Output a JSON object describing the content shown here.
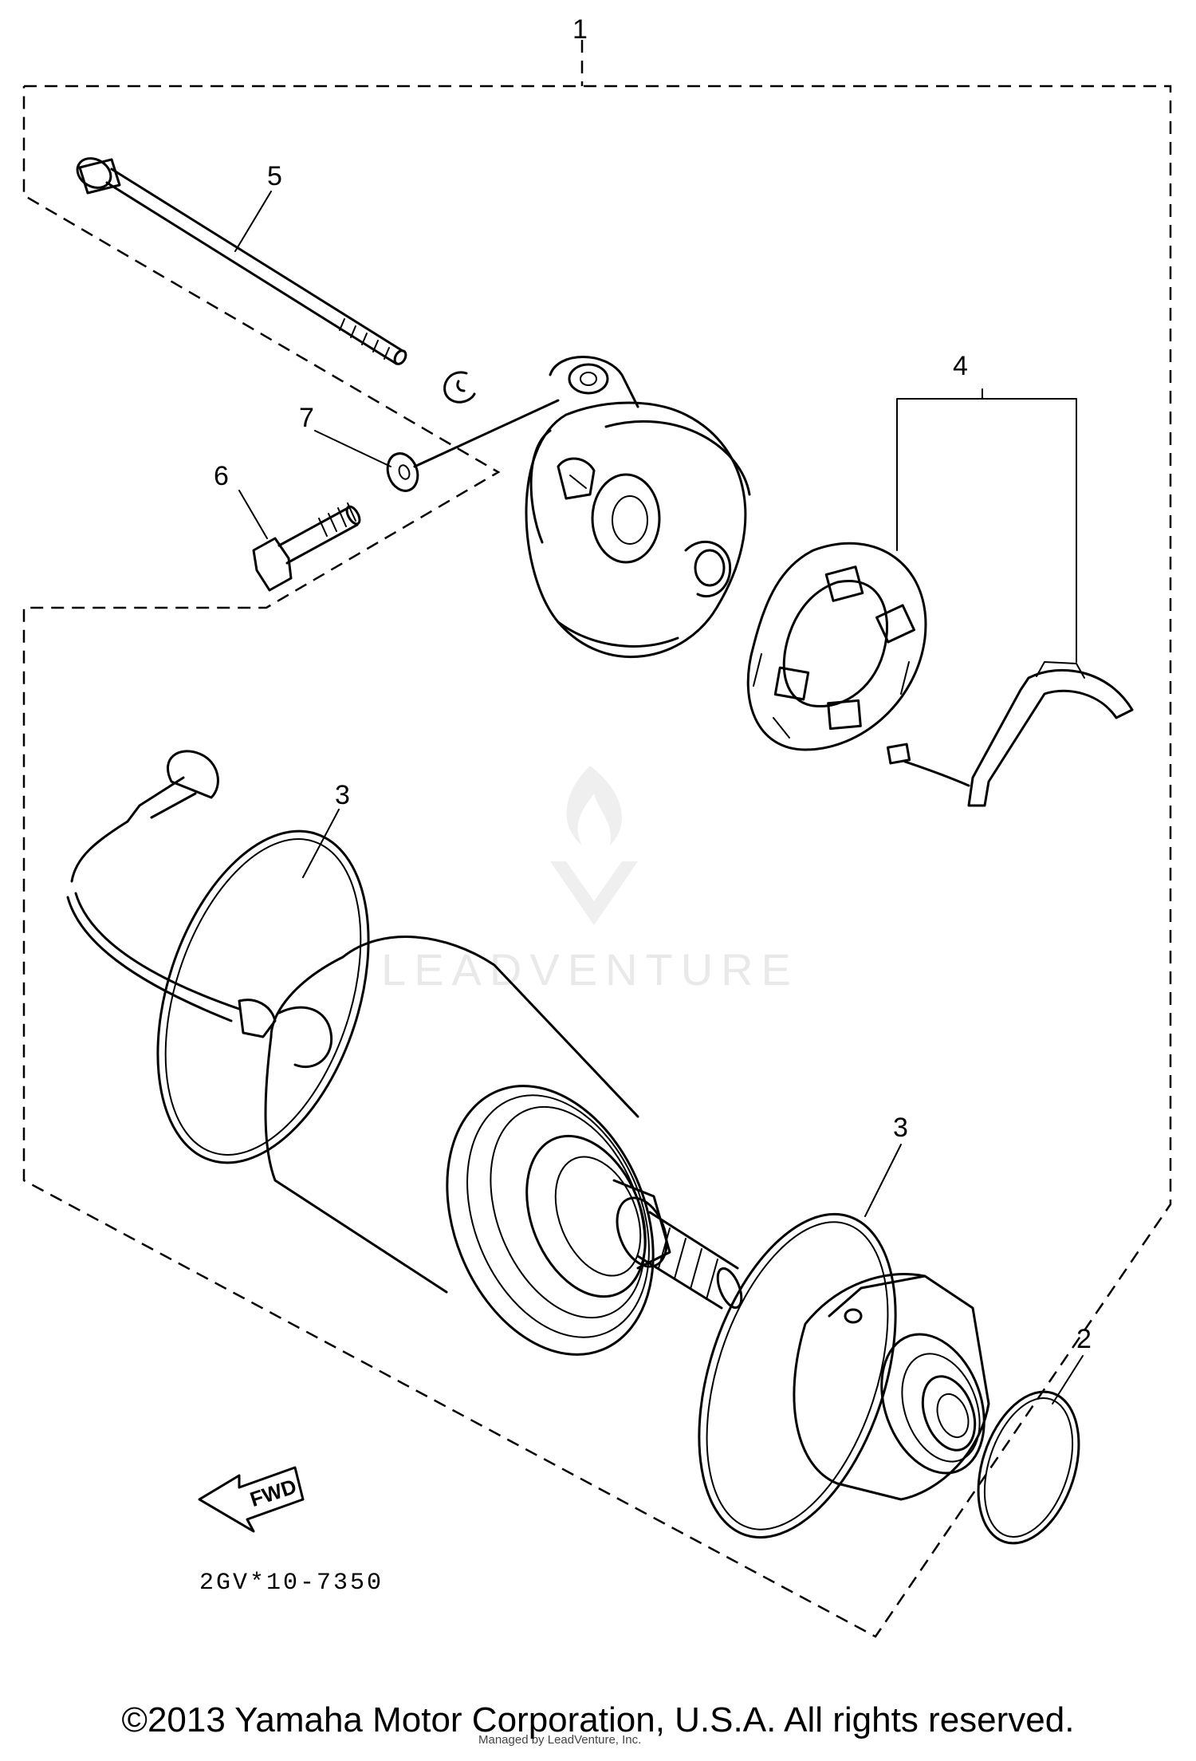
{
  "callouts": {
    "c1": "1",
    "c2": "2",
    "c3a": "3",
    "c3b": "3",
    "c4": "4",
    "c5": "5",
    "c6": "6",
    "c7": "7"
  },
  "fwd_label": "FWD",
  "drawing_code": "2GV*10-7350",
  "watermark_text": "LEADVENTURE",
  "credit_text": "Managed by LeadVenture, Inc.",
  "copyright": "©2013 Yamaha Motor Corporation, U.S.A. All rights reserved."
}
